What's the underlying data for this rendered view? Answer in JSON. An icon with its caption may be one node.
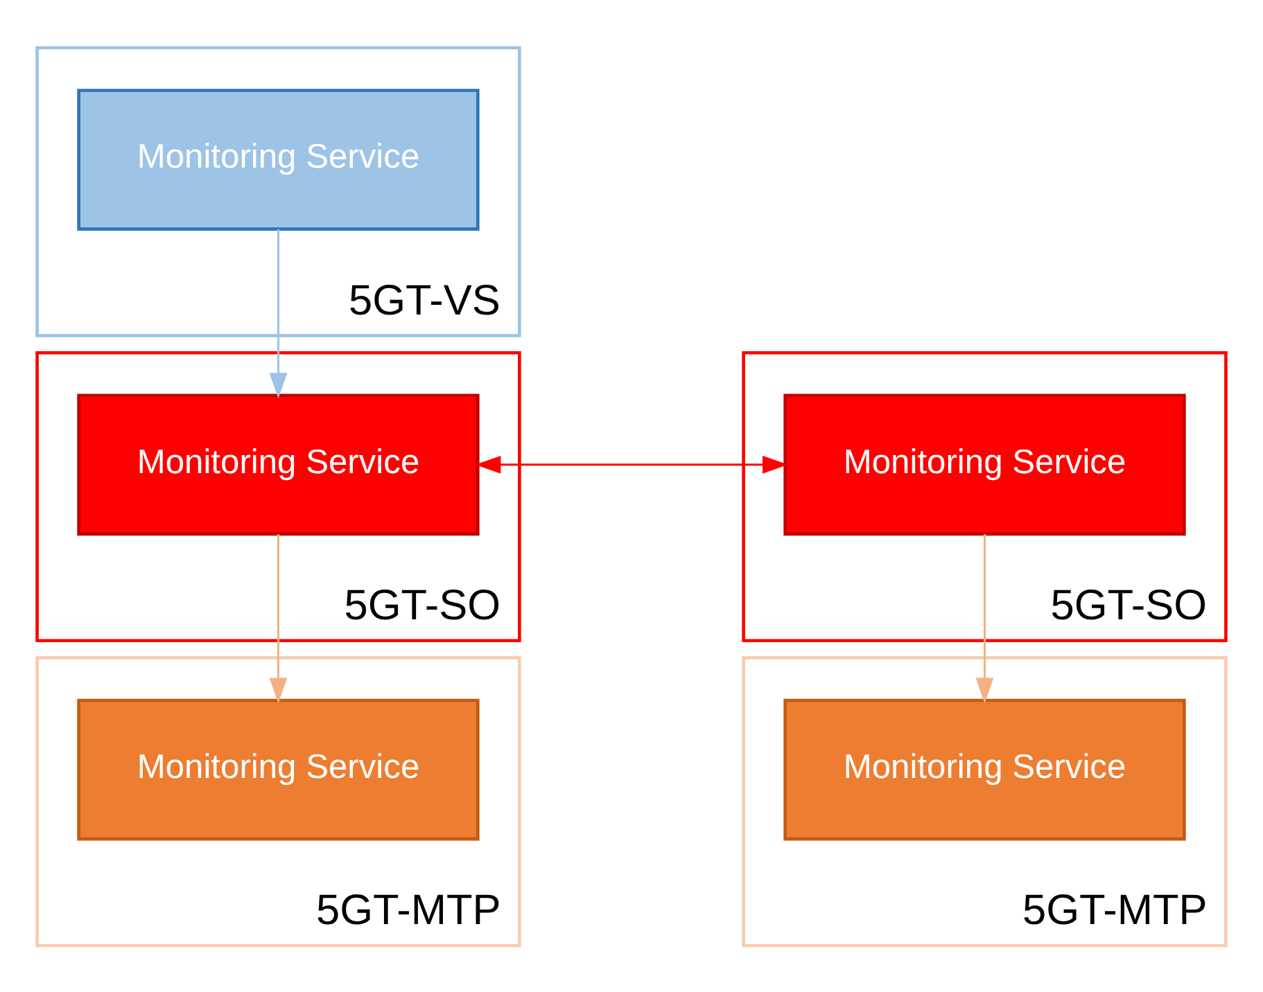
{
  "diagram": {
    "nodes": [
      {
        "text": [
          "5GT-VS"
        ]
      },
      {
        "text": [
          "Monitoring Service"
        ],
        "in": 0
      },
      {
        "text": [
          "5GT-SO"
        ]
      },
      {
        "text": [
          "Monitoring Service"
        ],
        "in": 2
      },
      {
        "text": [
          "5GT-SO"
        ]
      },
      {
        "text": [
          "Monitoring Service"
        ],
        "in": 4
      },
      {
        "text": [
          "5GT-MTP"
        ]
      },
      {
        "text": [
          "Monitoring Service"
        ],
        "in": 6
      },
      {
        "text": [
          "5GT-MTP"
        ]
      },
      {
        "text": [
          "Monitoring Service"
        ],
        "in": 8
      }
    ],
    "edges": [
      {
        "from": 1,
        "to": 3,
        "arrow": "to",
        "color": "#9dc3e6"
      },
      {
        "from": 3,
        "to": 5,
        "arrow": "both",
        "color": "#ff0000"
      },
      {
        "from": 3,
        "to": 7,
        "arrow": "to",
        "color": "#f4b183"
      },
      {
        "from": 5,
        "to": 9,
        "arrow": "to",
        "color": "#f4b183"
      }
    ]
  }
}
